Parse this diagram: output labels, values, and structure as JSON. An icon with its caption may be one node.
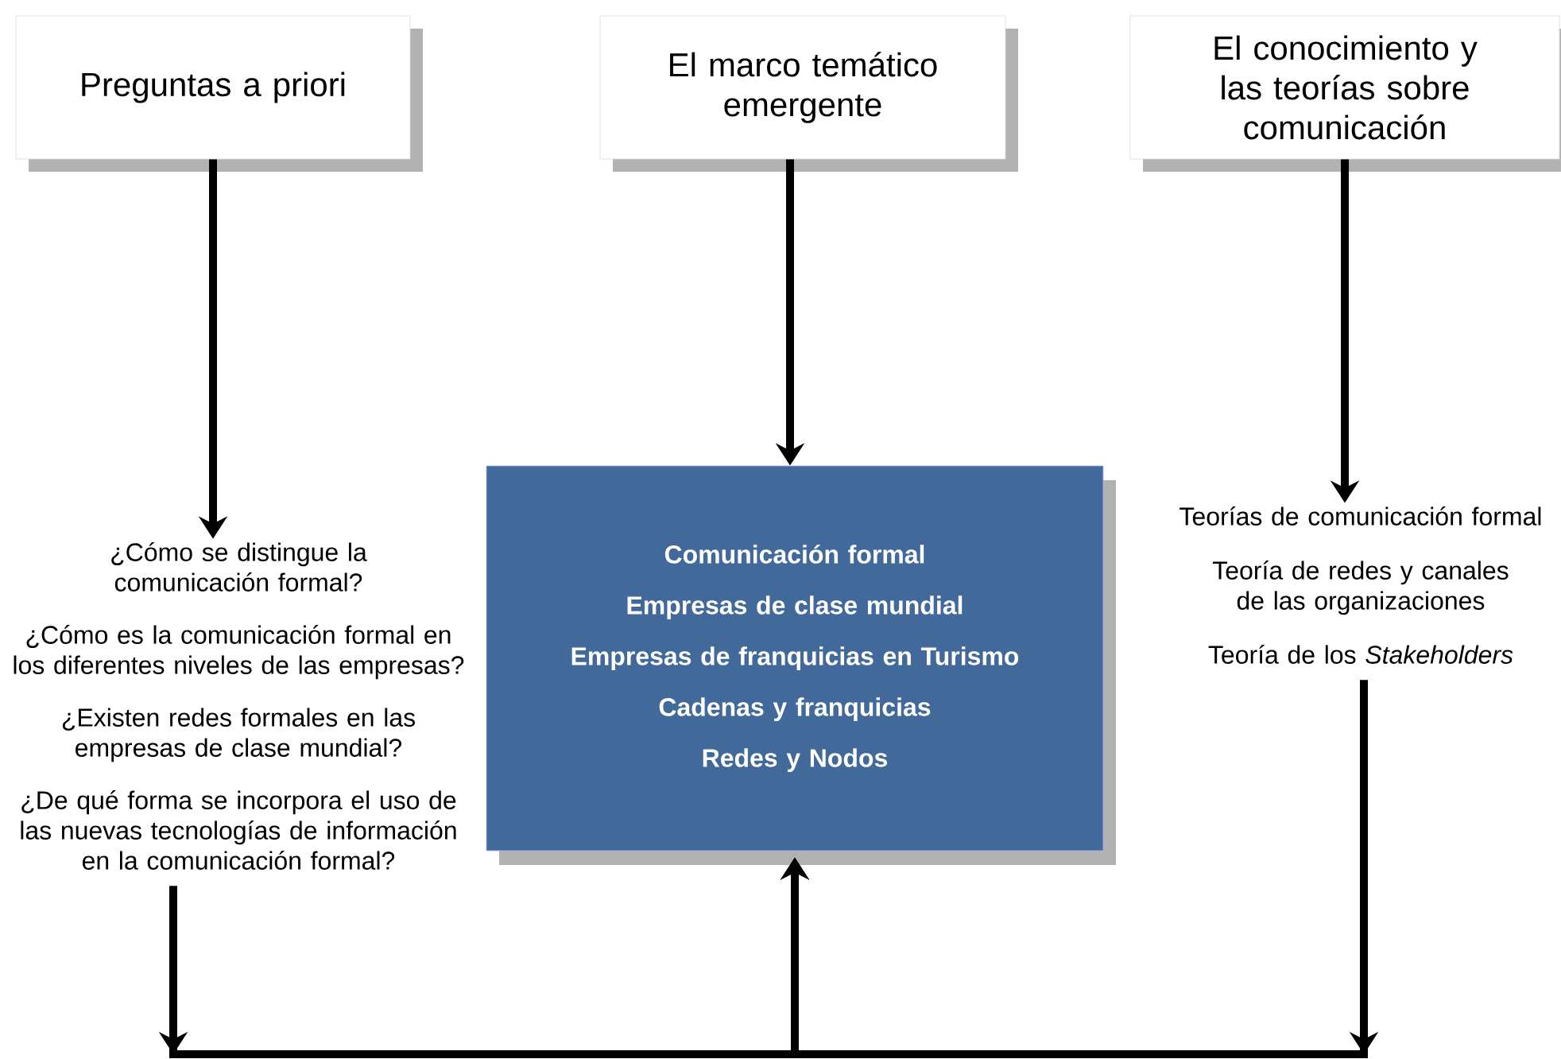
{
  "diagram": {
    "nodes": [
      {
        "text": [
          "Preguntas a priori"
        ]
      },
      {
        "text": [
          "El marco temático emergente"
        ]
      },
      {
        "text": [
          "El conocimiento y las teorías sobre comunicación"
        ]
      },
      {
        "text": [
          "¿Cómo se distingue la comunicación formal?",
          "¿Cómo es la comunicación formal en los diferentes niveles de las empresas?",
          "¿Existen redes formales en las empresas de clase mundial?",
          "¿De qué forma se incorpora el uso de las nuevas tecnologías de información en la comunicación formal?"
        ]
      },
      {
        "text": [
          "Comunicación formal",
          "Empresas de clase mundial",
          "Empresas de franquicias en Turismo",
          "Cadenas y franquicias",
          "Redes y Nodos"
        ]
      },
      {
        "text": [
          "Teorías de comunicación formal",
          "Teoría de redes y canales de las organizaciones",
          "Teoría de los *Stakeholders*"
        ]
      }
    ],
    "edges": [
      {
        "from": 0,
        "to": 3,
        "arrow": "to"
      },
      {
        "from": 1,
        "to": 4,
        "arrow": "to"
      },
      {
        "from": 2,
        "to": 5,
        "arrow": "to"
      },
      {
        "from": 3,
        "to": 4,
        "arrow": "to"
      },
      {
        "from": 5,
        "to": 4,
        "arrow": "to"
      }
    ]
  }
}
